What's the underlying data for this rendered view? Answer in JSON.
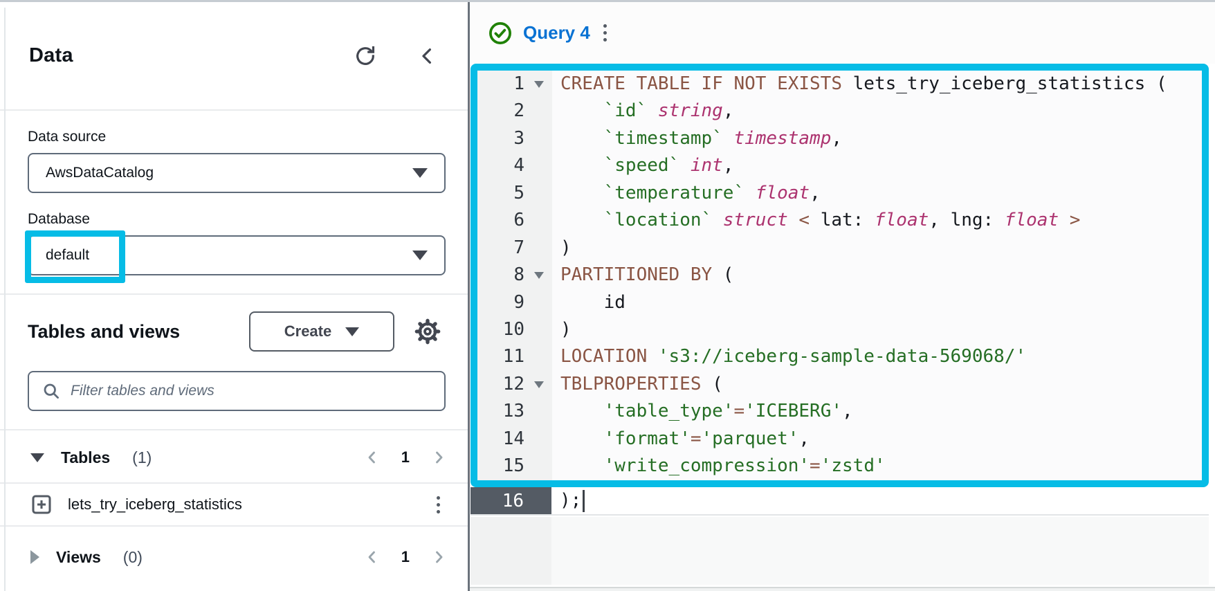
{
  "sidebar": {
    "title": "Data",
    "data_source": {
      "label": "Data source",
      "value": "AwsDataCatalog"
    },
    "database": {
      "label": "Database",
      "value": "default"
    },
    "tables_and_views": {
      "heading": "Tables and views",
      "create_label": "Create"
    },
    "filter": {
      "placeholder": "Filter tables and views"
    },
    "tables_section": {
      "label": "Tables",
      "count": "(1)",
      "page": "1"
    },
    "views_section": {
      "label": "Views",
      "count": "(0)",
      "page": "1"
    },
    "tables": [
      "lets_try_iceberg_statistics"
    ]
  },
  "editor": {
    "tab": {
      "label": "Query 4",
      "status": "success"
    },
    "active_line": {
      "num": "16",
      "text": ");"
    },
    "code": {
      "lines": [
        {
          "num": "1",
          "fold": true,
          "tokens": [
            {
              "c": "k",
              "v": "CREATE TABLE IF NOT EXISTS"
            },
            {
              "c": "p",
              "v": " lets_try_iceberg_statistics ("
            }
          ]
        },
        {
          "num": "2",
          "fold": false,
          "tokens": [
            {
              "c": "p",
              "v": "    "
            },
            {
              "c": "n",
              "v": "`id`"
            },
            {
              "c": "p",
              "v": " "
            },
            {
              "c": "t",
              "v": "string"
            },
            {
              "c": "p",
              "v": ","
            }
          ]
        },
        {
          "num": "3",
          "fold": false,
          "tokens": [
            {
              "c": "p",
              "v": "    "
            },
            {
              "c": "n",
              "v": "`timestamp`"
            },
            {
              "c": "p",
              "v": " "
            },
            {
              "c": "t",
              "v": "timestamp"
            },
            {
              "c": "p",
              "v": ","
            }
          ]
        },
        {
          "num": "4",
          "fold": false,
          "tokens": [
            {
              "c": "p",
              "v": "    "
            },
            {
              "c": "n",
              "v": "`speed`"
            },
            {
              "c": "p",
              "v": " "
            },
            {
              "c": "t",
              "v": "int"
            },
            {
              "c": "p",
              "v": ","
            }
          ]
        },
        {
          "num": "5",
          "fold": false,
          "tokens": [
            {
              "c": "p",
              "v": "    "
            },
            {
              "c": "n",
              "v": "`temperature`"
            },
            {
              "c": "p",
              "v": " "
            },
            {
              "c": "t",
              "v": "float"
            },
            {
              "c": "p",
              "v": ","
            }
          ]
        },
        {
          "num": "6",
          "fold": false,
          "tokens": [
            {
              "c": "p",
              "v": "    "
            },
            {
              "c": "n",
              "v": "`location`"
            },
            {
              "c": "p",
              "v": " "
            },
            {
              "c": "t",
              "v": "struct"
            },
            {
              "c": "p",
              "v": " "
            },
            {
              "c": "o",
              "v": "<"
            },
            {
              "c": "p",
              "v": " lat: "
            },
            {
              "c": "t",
              "v": "float"
            },
            {
              "c": "p",
              "v": ", lng: "
            },
            {
              "c": "t",
              "v": "float"
            },
            {
              "c": "p",
              "v": " "
            },
            {
              "c": "o",
              "v": ">"
            }
          ]
        },
        {
          "num": "7",
          "fold": false,
          "tokens": [
            {
              "c": "p",
              "v": ")"
            }
          ]
        },
        {
          "num": "8",
          "fold": true,
          "tokens": [
            {
              "c": "k",
              "v": "PARTITIONED BY"
            },
            {
              "c": "p",
              "v": " ("
            }
          ]
        },
        {
          "num": "9",
          "fold": false,
          "tokens": [
            {
              "c": "p",
              "v": "    id"
            }
          ]
        },
        {
          "num": "10",
          "fold": false,
          "tokens": [
            {
              "c": "p",
              "v": ")"
            }
          ]
        },
        {
          "num": "11",
          "fold": false,
          "tokens": [
            {
              "c": "k",
              "v": "LOCATION"
            },
            {
              "c": "p",
              "v": " "
            },
            {
              "c": "n",
              "v": "'s3://iceberg-sample-data-569068/'"
            }
          ]
        },
        {
          "num": "12",
          "fold": true,
          "tokens": [
            {
              "c": "k",
              "v": "TBLPROPERTIES"
            },
            {
              "c": "p",
              "v": " ("
            }
          ]
        },
        {
          "num": "13",
          "fold": false,
          "tokens": [
            {
              "c": "p",
              "v": "    "
            },
            {
              "c": "n",
              "v": "'table_type'"
            },
            {
              "c": "o",
              "v": "="
            },
            {
              "c": "n",
              "v": "'ICEBERG'"
            },
            {
              "c": "p",
              "v": ","
            }
          ]
        },
        {
          "num": "14",
          "fold": false,
          "tokens": [
            {
              "c": "p",
              "v": "    "
            },
            {
              "c": "n",
              "v": "'format'"
            },
            {
              "c": "o",
              "v": "="
            },
            {
              "c": "n",
              "v": "'parquet'"
            },
            {
              "c": "p",
              "v": ","
            }
          ]
        },
        {
          "num": "15",
          "fold": false,
          "tokens": [
            {
              "c": "p",
              "v": "    "
            },
            {
              "c": "n",
              "v": "'write_compression'"
            },
            {
              "c": "o",
              "v": "="
            },
            {
              "c": "n",
              "v": "'zstd'"
            }
          ]
        }
      ]
    }
  },
  "colors": {
    "annotation_cyan": "#06bce6",
    "accent_blue": "#0972d3",
    "success_green": "#1f8104",
    "keyword_brown": "#8a5544",
    "identifier_green": "#256e24",
    "type_magenta": "#ac336f",
    "active_gutter_grey": "#545b64"
  }
}
